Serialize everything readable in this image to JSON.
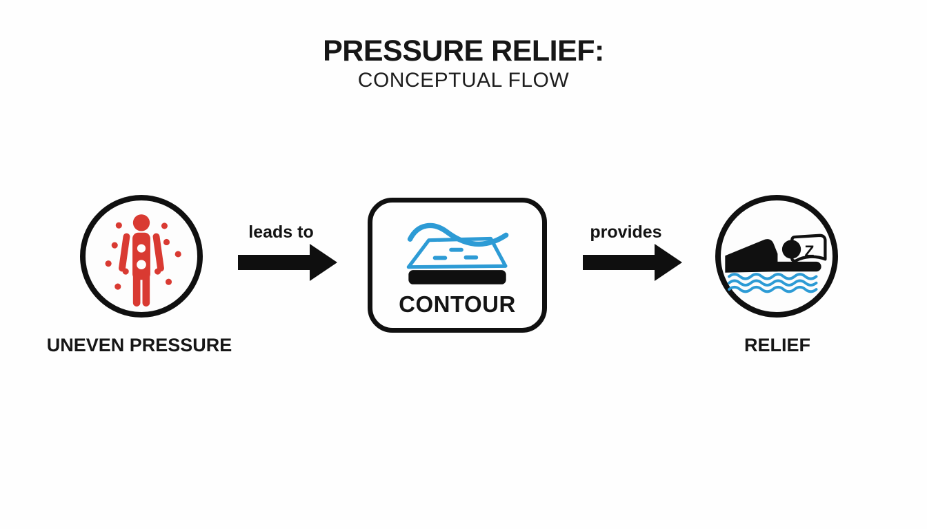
{
  "title": {
    "main": "PRESSURE RELIEF:",
    "subtitle": "CONCEPTUAL FLOW"
  },
  "nodes": [
    {
      "id": "uneven-pressure",
      "shape": "circle",
      "label": "UNEVEN PRESSURE",
      "icon": "person-with-pressure-points-icon"
    },
    {
      "id": "contour",
      "shape": "rounded-rect",
      "label": "CONTOUR",
      "icon": "mattress-contour-icon"
    },
    {
      "id": "relief",
      "shape": "circle",
      "label": "RELIEF",
      "icon": "sleeping-person-icon",
      "pillow_letter": "Z"
    }
  ],
  "arrows": [
    {
      "id": "leads-to",
      "label": "leads to",
      "icon": "right-arrow-icon"
    },
    {
      "id": "provides",
      "label": "provides",
      "icon": "right-arrow-icon"
    }
  ],
  "colors": {
    "ink": "#101010",
    "accent_red": "#d93a32",
    "accent_blue": "#2d9bd5",
    "background": "#fefefe"
  }
}
